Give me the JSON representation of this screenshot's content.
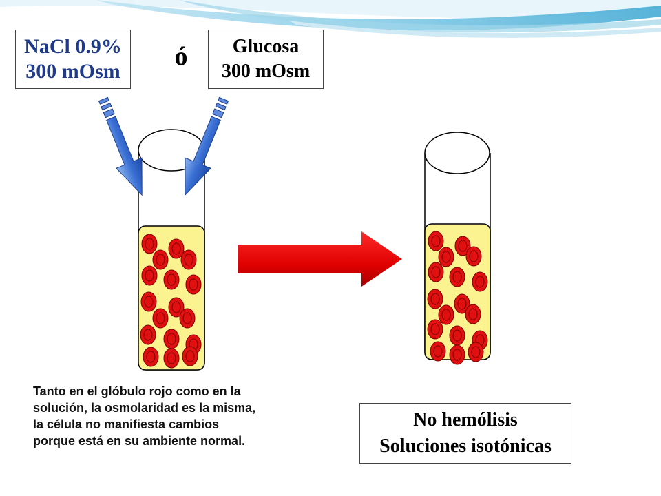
{
  "solution_a": {
    "line1": "NaCl 0.9%",
    "line2": "300 mOsm"
  },
  "connector": "ó",
  "solution_b": {
    "line1": "Glucosa",
    "line2": "300 mOsm"
  },
  "explanation": {
    "line1": "Tanto en el glóbulo rojo como en la",
    "line2": "solución, la osmolaridad es la misma,",
    "line3": "la célula  no manifiesta cambios",
    "line4": "porque está en su ambiente normal."
  },
  "result": {
    "line1": "No hemólisis",
    "line2": "Soluciones isotónicas"
  },
  "colors": {
    "solution_fill": "#fbf38f",
    "cell_fill": "#e01010",
    "cell_stroke": "#7a0000",
    "blue_arrow": "#3a6fd4",
    "red_arrow": "#e00000",
    "wave_blue": "#7ec8e6"
  }
}
